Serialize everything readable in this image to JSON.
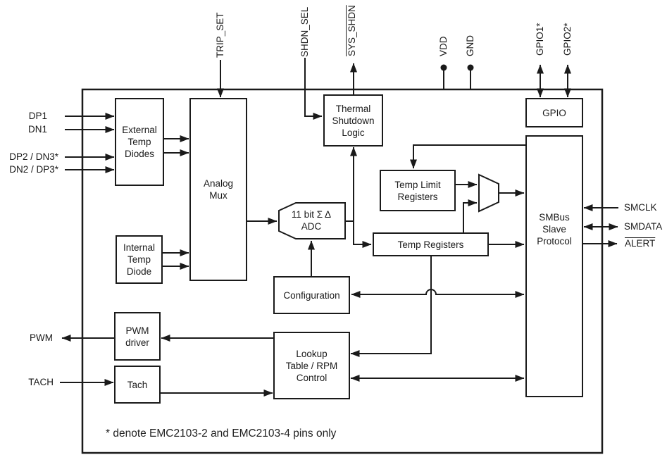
{
  "blocks": {
    "external_temp_diodes": {
      "label": "External\nTemp\nDiodes"
    },
    "analog_mux": {
      "label": "Analog\nMux"
    },
    "thermal_shutdown": {
      "label": "Thermal\nShutdown\nLogic"
    },
    "gpio": {
      "label": "GPIO"
    },
    "temp_limit_registers": {
      "label": "Temp Limit\nRegisters"
    },
    "adc": {
      "label": "11 bit Σ Δ\nADC"
    },
    "temp_registers": {
      "label": "Temp Registers"
    },
    "smbus": {
      "label": "SMBus\nSlave\nProtocol"
    },
    "internal_temp_diode": {
      "label": "Internal\nTemp\nDiode"
    },
    "configuration": {
      "label": "Configuration"
    },
    "pwm_driver": {
      "label": "PWM\ndriver"
    },
    "tach": {
      "label": "Tach"
    },
    "lookup": {
      "label": "Lookup\nTable / RPM\nControl"
    }
  },
  "pins": {
    "trip_set": "TRIP_SET",
    "shdn_sel": "SHDN_SEL",
    "sys_shdn": "SYS_SHDN",
    "vdd": "VDD",
    "gnd": "GND",
    "gpio1": "GPIO1*",
    "gpio2": "GPIO2*",
    "dp1": "DP1",
    "dn1": "DN1",
    "dp2_dn3": "DP2 / DN3*",
    "dn2_dp3": "DN2 / DP3*",
    "pwm": "PWM",
    "tach": "TACH",
    "smclk": "SMCLK",
    "smdata": "SMDATA",
    "alert": "ALERT"
  },
  "note": "* denote EMC2103-2 and EMC2103-4 pins only",
  "colors": {
    "line": "#1a1a1a",
    "background": "#ffffff"
  }
}
